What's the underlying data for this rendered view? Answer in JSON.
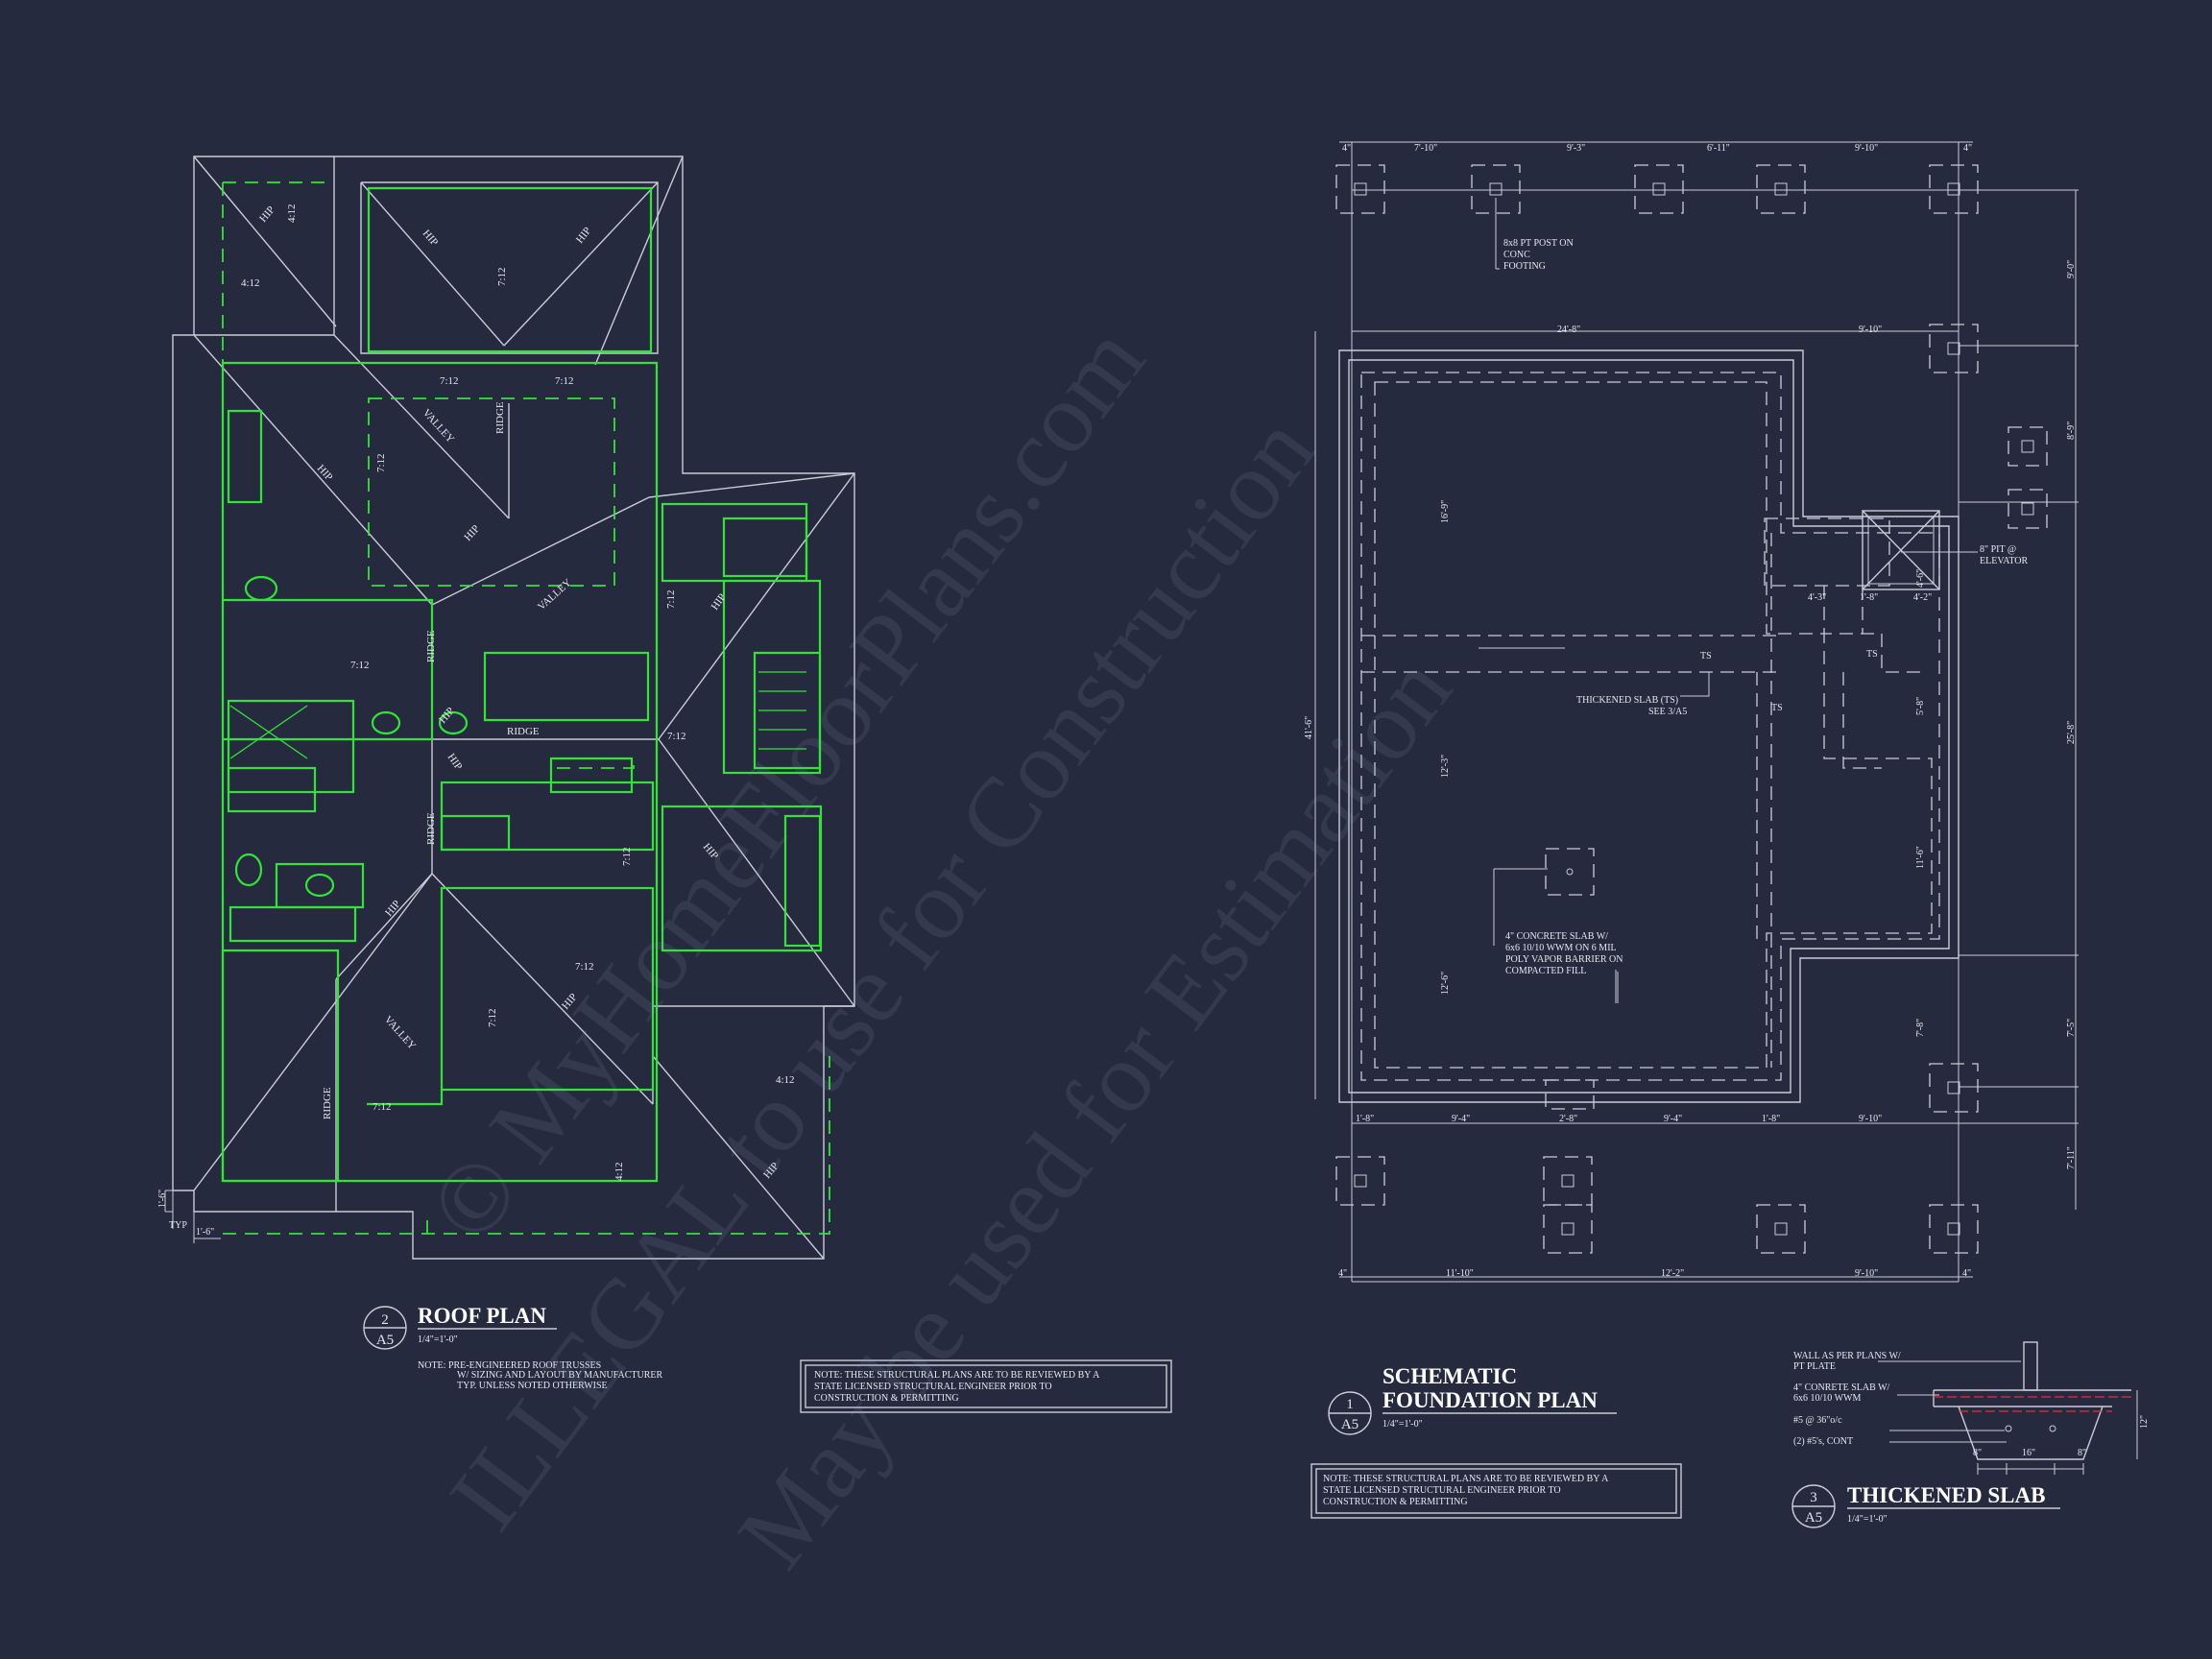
{
  "roof_plan": {
    "title": "ROOF PLAN",
    "bubble_num": "2",
    "bubble_sheet": "A5",
    "scale": "1/4\"=1'-0\"",
    "note_line1": "NOTE: PRE-ENGINEERED ROOF TRUSSES",
    "note_line2": "W/ SIZING AND LAYOUT BY MANUFACTURER",
    "note_line3": "TYP. UNLESS NOTED OTHERWISE",
    "box_note_line1": "NOTE: THESE STRUCTURAL PLANS ARE TO BE REVIEWED BY A",
    "box_note_line2": "STATE LICENSED STRUCTURAL ENGINEER PRIOR TO",
    "box_note_line3": "CONSTRUCTION & PERMITTING",
    "labels": {
      "hip": "HIP",
      "valley": "VALLEY",
      "ridge": "RIDGE",
      "p412": "4:12",
      "p712": "7:12",
      "typ": "TYP",
      "overhang": "1'-6\""
    }
  },
  "foundation_plan": {
    "title_line1": "SCHEMATIC",
    "title_line2": "FOUNDATION PLAN",
    "bubble_num": "1",
    "bubble_sheet": "A5",
    "scale": "1/4\"=1'-0\"",
    "box_note_line1": "NOTE: THESE STRUCTURAL PLANS ARE TO BE REVIEWED BY A",
    "box_note_line2": "STATE LICENSED STRUCTURAL ENGINEER PRIOR TO",
    "box_note_line3": "CONSTRUCTION & PERMITTING",
    "post_note_line1": "8x8 PT POST ON",
    "post_note_line2": "CONC",
    "post_note_line3": "FOOTING",
    "pit_note_line1": "8\" PIT @",
    "pit_note_line2": "ELEVATOR",
    "ts_note_line1": "THICKENED SLAB (TS)",
    "ts_note_line2": "SEE 3/A5",
    "ts": "TS",
    "slab_note_line1": "4\" CONCRETE SLAB W/",
    "slab_note_line2": "6x6 10/10 WWM ON 6 MIL",
    "slab_note_line3": "POLY VAPOR BARRIER ON",
    "slab_note_line4": "COMPACTED FILL",
    "dims": {
      "top_a": "4\"",
      "top_b": "7'-10\"",
      "top_c": "9'-3\"",
      "top_d": "6'-11\"",
      "top_e": "9'-10\"",
      "top_f": "4\"",
      "mid_a": "24'-8\"",
      "mid_b": "9'-10\"",
      "bot1_a": "1'-8\"",
      "bot1_b": "9'-4\"",
      "bot1_c": "2'-8\"",
      "bot1_d": "9'-4\"",
      "bot1_e": "1'-8\"",
      "bot1_f": "9'-10\"",
      "bot2_a": "4\"",
      "bot2_b": "11'-10\"",
      "bot2_c": "12'-2\"",
      "bot2_d": "9'-10\"",
      "bot2_e": "4\"",
      "left_total": "41'-6\"",
      "in_a": "16'-9\"",
      "in_b": "12'-3\"",
      "in_c": "12'-6\"",
      "r_a": "9'-0\"",
      "r_b": "8'-9\"",
      "r_c": "25'-8\"",
      "r_d": "7'-5\"",
      "r_e": "7'-11\"",
      "c_a": "4'-3\"",
      "c_b": "1'-8\"",
      "c_c": "4'-2\"",
      "c_d": "5'-8\"",
      "c_e": "11'-6\"",
      "c_f": "7'-8\"",
      "c_g": "4'-6\""
    }
  },
  "thickened_slab": {
    "title": "THICKENED SLAB",
    "bubble_num": "3",
    "bubble_sheet": "A5",
    "scale": "1/4\"=1'-0\"",
    "note_a1": "WALL AS PER PLANS W/",
    "note_a2": "PT PLATE",
    "note_b1": "4\" CONRETE SLAB W/",
    "note_b2": "6x6 10/10 WWM",
    "note_c": "#5 @ 36\"o/c",
    "note_d": "(2) #5's, CONT",
    "dim_a": "8\"",
    "dim_b": "16\"",
    "dim_c": "8\"",
    "dim_d": "12\""
  },
  "watermark": {
    "line1": "© MyHomeFloorPlans.com",
    "line2": "ILLEGAL to use for Construction",
    "line3": "May be used for Estimation"
  },
  "colors": {
    "background": "#252a3e",
    "linework": "#c9ccd6",
    "green": "#35e23a",
    "red": "#e0303a"
  }
}
